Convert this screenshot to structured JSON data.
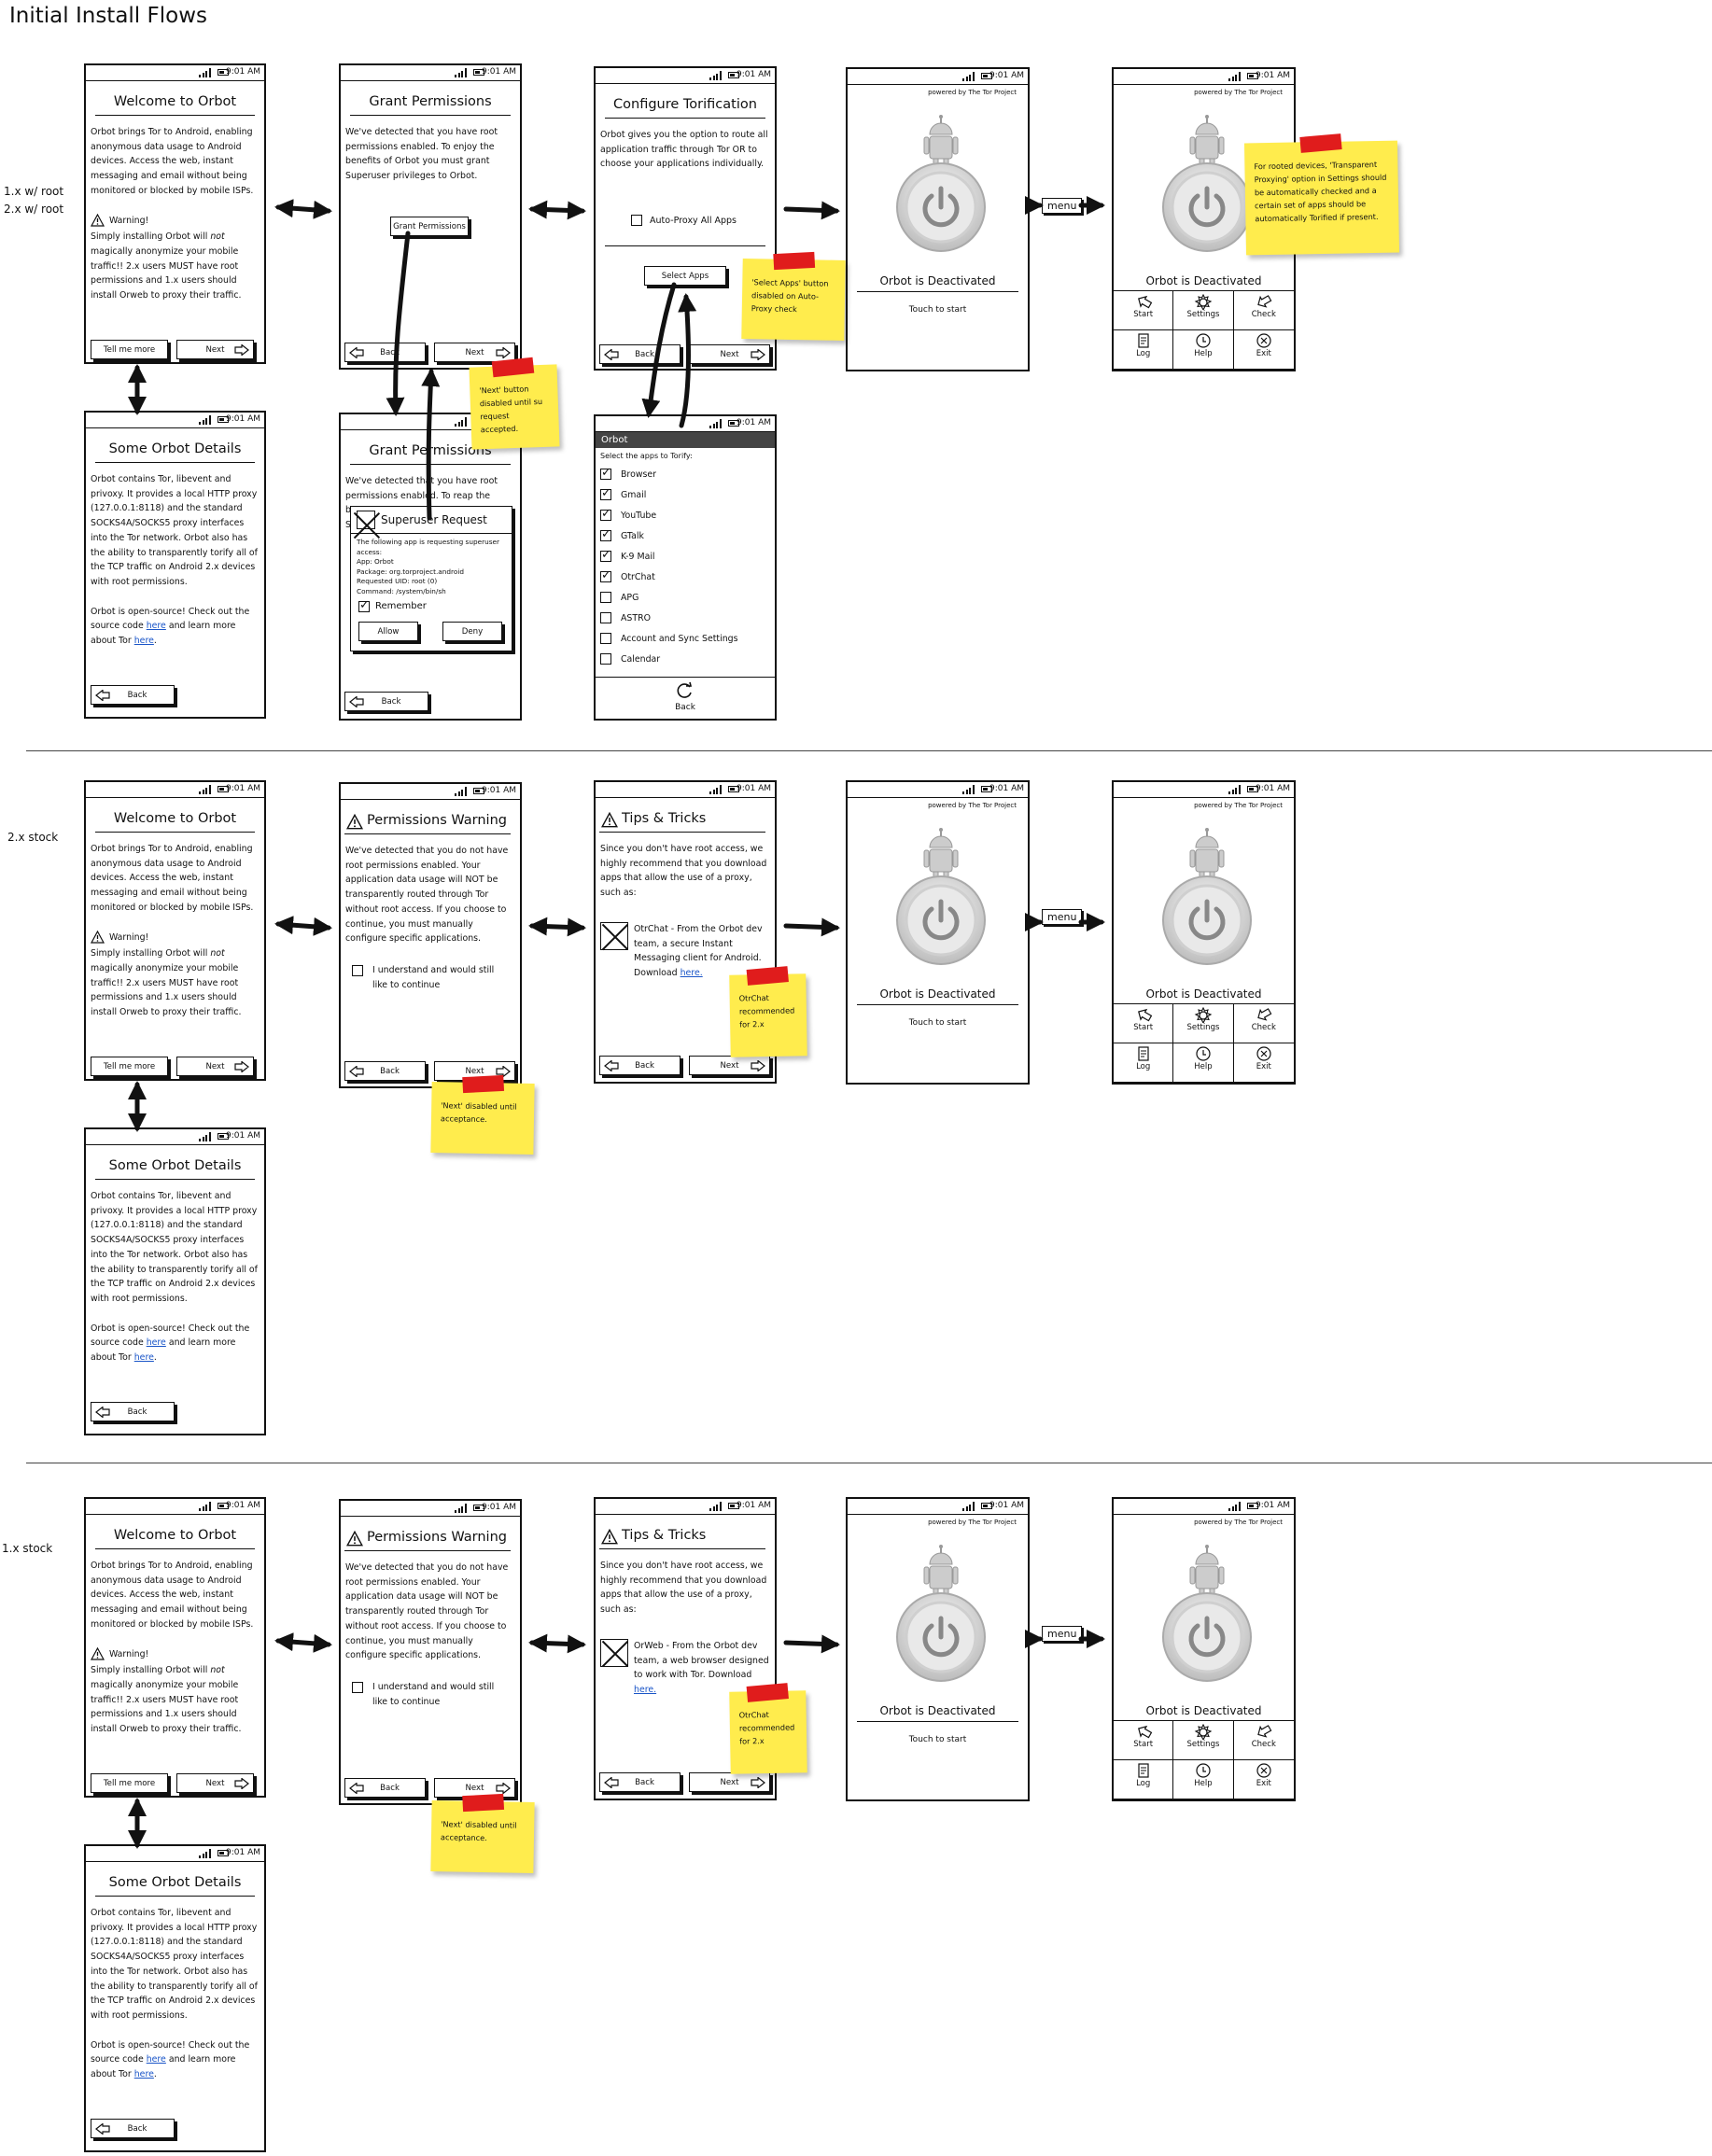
{
  "title": "Initial Install Flows",
  "rows": [
    {
      "label_lines": [
        "1.x w/ root",
        "2.x w/ root"
      ]
    },
    {
      "label_lines": [
        "2.x stock"
      ]
    },
    {
      "label_lines": [
        "1.x stock"
      ]
    }
  ],
  "status_time": "9:01 AM",
  "welcome": {
    "title": "Welcome to Orbot",
    "intro": "Orbot brings Tor to Android, enabling anonymous data usage to Android devices. Access the web, instant messaging and email without being monitored or blocked by mobile ISPs.",
    "warning_label": "Warning!",
    "warning_text_a": "Simply installing Orbot will ",
    "warning_text_em": "not",
    "warning_text_b": " magically anonymize your mobile traffic!! 2.x users MUST have root permissions and 1.x users should install Orweb to proxy their traffic.",
    "btn_tell": "Tell me more",
    "btn_next": "Next"
  },
  "details": {
    "title": "Some Orbot Details",
    "para1": "Orbot contains Tor, libevent and privoxy. It provides a local HTTP proxy (127.0.0.1:8118) and the standard SOCKS4A/SOCKS5 proxy interfaces into the Tor network. Orbot also has the ability to transparently torify all of the TCP traffic on Android 2.x devices with root permissions.",
    "para2_a": "Orbot is open-source! Check out the source code ",
    "link1": "here",
    "para2_b": " and learn more about Tor ",
    "link2": "here",
    "para2_c": ".",
    "btn_back": "Back"
  },
  "grant": {
    "title": "Grant Permissions",
    "text": "We've detected that you have root permissions enabled. To enjoy the benefits of Orbot you must grant Superuser privileges to Orbot.",
    "btn_grant": "Grant Permissions",
    "btn_back": "Back",
    "btn_next": "Next"
  },
  "grant2": {
    "title": "Grant Permissions",
    "line1": "We've detected that you have root",
    "line2": "permissions enabled. To reap the",
    "line3": "b",
    "line4": "S",
    "dialog_title": "Superuser Request",
    "dialog_lines": [
      "The following app is requesting superuser",
      "access:",
      "App: Orbot",
      "Package: org.torproject.android",
      "Requested UID: root (0)",
      "Command: /system/bin/sh"
    ],
    "remember": "Remember",
    "allow": "Allow",
    "deny": "Deny",
    "btn_back": "Back"
  },
  "config": {
    "title": "Configure Torification",
    "text": "Orbot gives you the option to route all application traffic through Tor OR to choose your applications individually.",
    "auto_proxy": "Auto-Proxy All Apps",
    "btn_select": "Select Apps",
    "btn_back": "Back",
    "btn_next": "Next"
  },
  "apps": {
    "header": "Orbot",
    "prompt": "Select the apps to Torify:",
    "items": [
      {
        "name": "Browser",
        "checked": true
      },
      {
        "name": "Gmail",
        "checked": true
      },
      {
        "name": "YouTube",
        "checked": true
      },
      {
        "name": "GTalk",
        "checked": true
      },
      {
        "name": "K-9 Mail",
        "checked": true
      },
      {
        "name": "OtrChat",
        "checked": true
      },
      {
        "name": "APG",
        "checked": false
      },
      {
        "name": "ASTRO",
        "checked": false
      },
      {
        "name": "Account and Sync Settings",
        "checked": false
      },
      {
        "name": "Calendar",
        "checked": false
      }
    ],
    "back": "Back"
  },
  "main": {
    "powered": "powered by The Tor Project",
    "status": "Orbot is Deactivated",
    "status_partial": "Orbot is Deactivated",
    "touch": "Touch to start",
    "menu_word": "menu",
    "menu_items": [
      "Start",
      "Settings",
      "Check",
      "Log",
      "Help",
      "Exit"
    ]
  },
  "perm_warning": {
    "title": "Permissions Warning",
    "text": "We've detected that you do not have root permissions enabled. Your application data usage will NOT be transparently routed through Tor without root access. If you choose to continue, you must manually configure specific applications.",
    "understand": "I understand and would still like to continue",
    "btn_back": "Back",
    "btn_next": "Next"
  },
  "tips": {
    "title": "Tips & Tricks",
    "text": "Since you don't have root access, we highly recommend that you download apps that allow the use of a proxy, such as:",
    "otrchat_text": "OtrChat - From the Orbot dev team, a secure Instant Messaging client for Android. Download ",
    "orweb_text": "OrWeb - From the Orbot dev team, a web browser designed to work with Tor. Download ",
    "link": "here.",
    "btn_back": "Back",
    "btn_next": "Next"
  },
  "notes": {
    "next_disabled_su": "'Next' button disabled until su request accepted.",
    "select_apps_disabled": "'Select Apps' button disabled on Auto-Proxy check",
    "rooted_devices": "For rooted devices, 'Transparent Proxying' option in Settings should be automatically checked and a certain set of apps should be automatically Torified if present.",
    "next_disabled_accept": "'Next' disabled until acceptance.",
    "otrchat_rec": "OtrChat recommended for 2.x",
    "otrchat_rec2": "OtrChat recommended for 2.x"
  }
}
